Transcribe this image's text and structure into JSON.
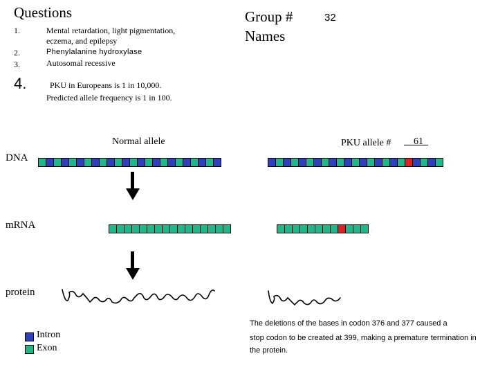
{
  "header": {
    "title": "Questions",
    "group_label": "Group #",
    "group_number": "32",
    "names_label": "Names"
  },
  "questions": [
    {
      "number": "1.",
      "lines": [
        "Mental retardation, light pigmentation,",
        "eczema, and epilepsy"
      ]
    },
    {
      "number": "2.",
      "lines": [
        "Phenylalanine hydroxylase"
      ]
    },
    {
      "number": "3.",
      "lines": [
        "Autosomal recessive"
      ]
    },
    {
      "number": "4.",
      "lines": [
        "PKU in Europeans is 1 in 10,000.",
        "Predicted allele frequency is 1 in 100."
      ]
    }
  ],
  "diagram": {
    "normal_allele_label": "Normal allele",
    "pku_allele_label": "PKU allele #",
    "pku_allele_number": "61",
    "row_labels": {
      "dna": "DNA",
      "mrna": "mRNA",
      "protein": "protein"
    },
    "dna_normal": [
      "exon",
      "intron",
      "exon",
      "intron",
      "exon",
      "intron",
      "exon",
      "intron",
      "exon",
      "intron",
      "exon",
      "intron",
      "exon",
      "intron",
      "exon",
      "intron",
      "exon",
      "intron",
      "exon",
      "intron",
      "exon",
      "intron",
      "exon",
      "intron"
    ],
    "dna_pku": [
      "intron",
      "exon",
      "intron",
      "exon",
      "intron",
      "exon",
      "intron",
      "exon",
      "intron",
      "exon",
      "intron",
      "exon",
      "intron",
      "exon",
      "intron",
      "exon",
      "intron",
      "exon",
      "mut",
      "intron",
      "exon",
      "intron",
      "exon"
    ],
    "mrna_normal": [
      "exon",
      "exon",
      "exon",
      "exon",
      "exon",
      "exon",
      "exon",
      "exon",
      "exon",
      "exon",
      "exon",
      "exon",
      "exon",
      "exon",
      "exon",
      "exon"
    ],
    "mrna_pku": [
      "exon",
      "exon",
      "exon",
      "exon",
      "exon",
      "exon",
      "exon",
      "exon",
      "mut",
      "exon",
      "exon",
      "exon"
    ],
    "colors": {
      "exon": "#1db98a",
      "intron": "#2e3fbf",
      "mutation": "#e01f1f"
    }
  },
  "key": {
    "intron_label": "Intron",
    "exon_label": "Exon"
  },
  "explanation": [
    "The deletions of the bases in codon 376 and 377 caused a",
    "stop codon to be created at 399, making a premature termination in the protein."
  ]
}
